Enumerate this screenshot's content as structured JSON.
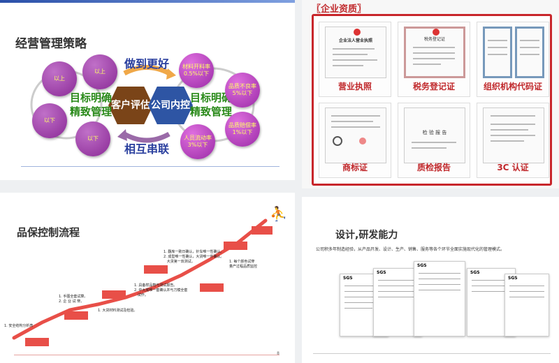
{
  "slide1": {
    "title": "经营管理策略",
    "hex_left": "客户评估",
    "hex_right": "公司内控",
    "top_text": "做到更好",
    "bottom_text": "相互串联",
    "left_green": "目标明确精致管理",
    "right_green": "目标明确精致管理",
    "left_circles": [
      "以上",
      "以上",
      "以下",
      "以下"
    ],
    "right_circles": [
      "材料开料率0.5%以下",
      "品质不良率5%以下",
      "品质赔偿率1%以下",
      "人员流动率3%以下"
    ]
  },
  "slide2": {
    "header": "〖企业资质〗",
    "certs": [
      "营业执照",
      "税务登记证",
      "组织机构代码证",
      "商标证",
      "质检报告",
      "3C 认证"
    ],
    "cert_docs": [
      "企业法人营业执照",
      "税务登记证",
      "",
      "",
      "检 验 报 告",
      ""
    ]
  },
  "slide3": {
    "title": "品保控制流程",
    "page": "8",
    "notes": [
      "1. 安全结构分析表",
      "1. 手图全套试算。\n2. 企 业 试 穿。",
      "1. 大货材料测试及检验。",
      "1. 具备样品鞋与测试报告。\n2. 中大底唯一套确认并与刀模全套\n   试作。",
      "1. 翻库一致日确认，针车唯一性确认。\n2. 成型唯一性确认，大货唯一件确认。\n   大货第一双测试。",
      "1. 每个颜色试穿\n量产过程品质监控"
    ]
  },
  "slide4": {
    "title": "设计,研发能力",
    "desc": "公司积多年制造经验，从产品开发、设计、生产、销售、服务等各个环节全面实施现代化的管理模式。",
    "labels": [
      "SGS",
      "SGS",
      "SGS",
      "SGS",
      "SGS"
    ]
  },
  "colors": {
    "accent_red": "#e84f48",
    "frame_red": "#c8262b",
    "blue": "#2a3f9e",
    "green": "#2a8a1a"
  }
}
